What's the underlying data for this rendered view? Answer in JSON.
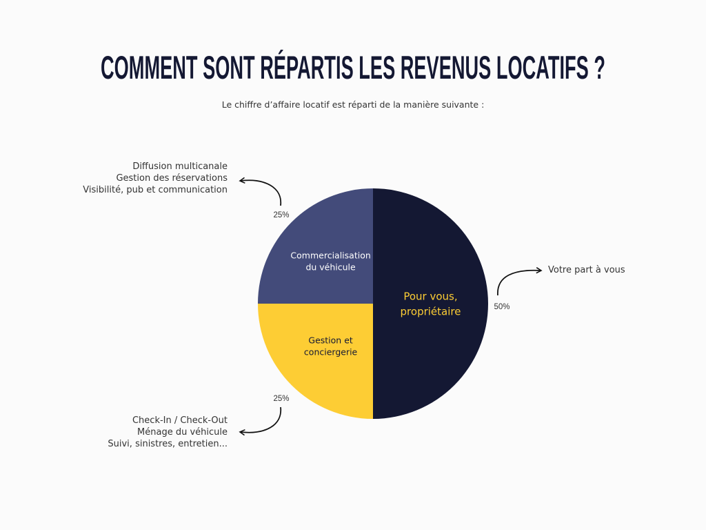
{
  "title": "COMMENT SONT RÉPARTIS LES REVENUS LOCATIFS ?",
  "subtitle": "Le chiffre d’affaire locatif est réparti de la manière suivante :",
  "chart_data": {
    "type": "pie",
    "title": "COMMENT SONT RÉPARTIS LES REVENUS LOCATIFS ?",
    "slices": [
      {
        "label_lines": [
          "Pour vous,",
          "propriétaire"
        ],
        "value": 50,
        "pct_label": "50%",
        "color": "#141833",
        "text_color": "#fdcd34",
        "notes": [
          "Votre part à vous"
        ]
      },
      {
        "label_lines": [
          "Gestion et",
          "conciergerie"
        ],
        "value": 25,
        "pct_label": "25%",
        "color": "#fdcd34",
        "text_color": "#141833",
        "notes": [
          "Check-In / Check-Out",
          "Ménage du véhicule",
          "Suivi, sinistres, entretien..."
        ]
      },
      {
        "label_lines": [
          "Commercialisation",
          "du véhicule"
        ],
        "value": 25,
        "pct_label": "25%",
        "color": "#434b7a",
        "text_color": "#ffffff",
        "notes": [
          "Diffusion multicanale",
          "Gestion des réservations",
          "Visibilité, pub et communication"
        ]
      }
    ]
  }
}
